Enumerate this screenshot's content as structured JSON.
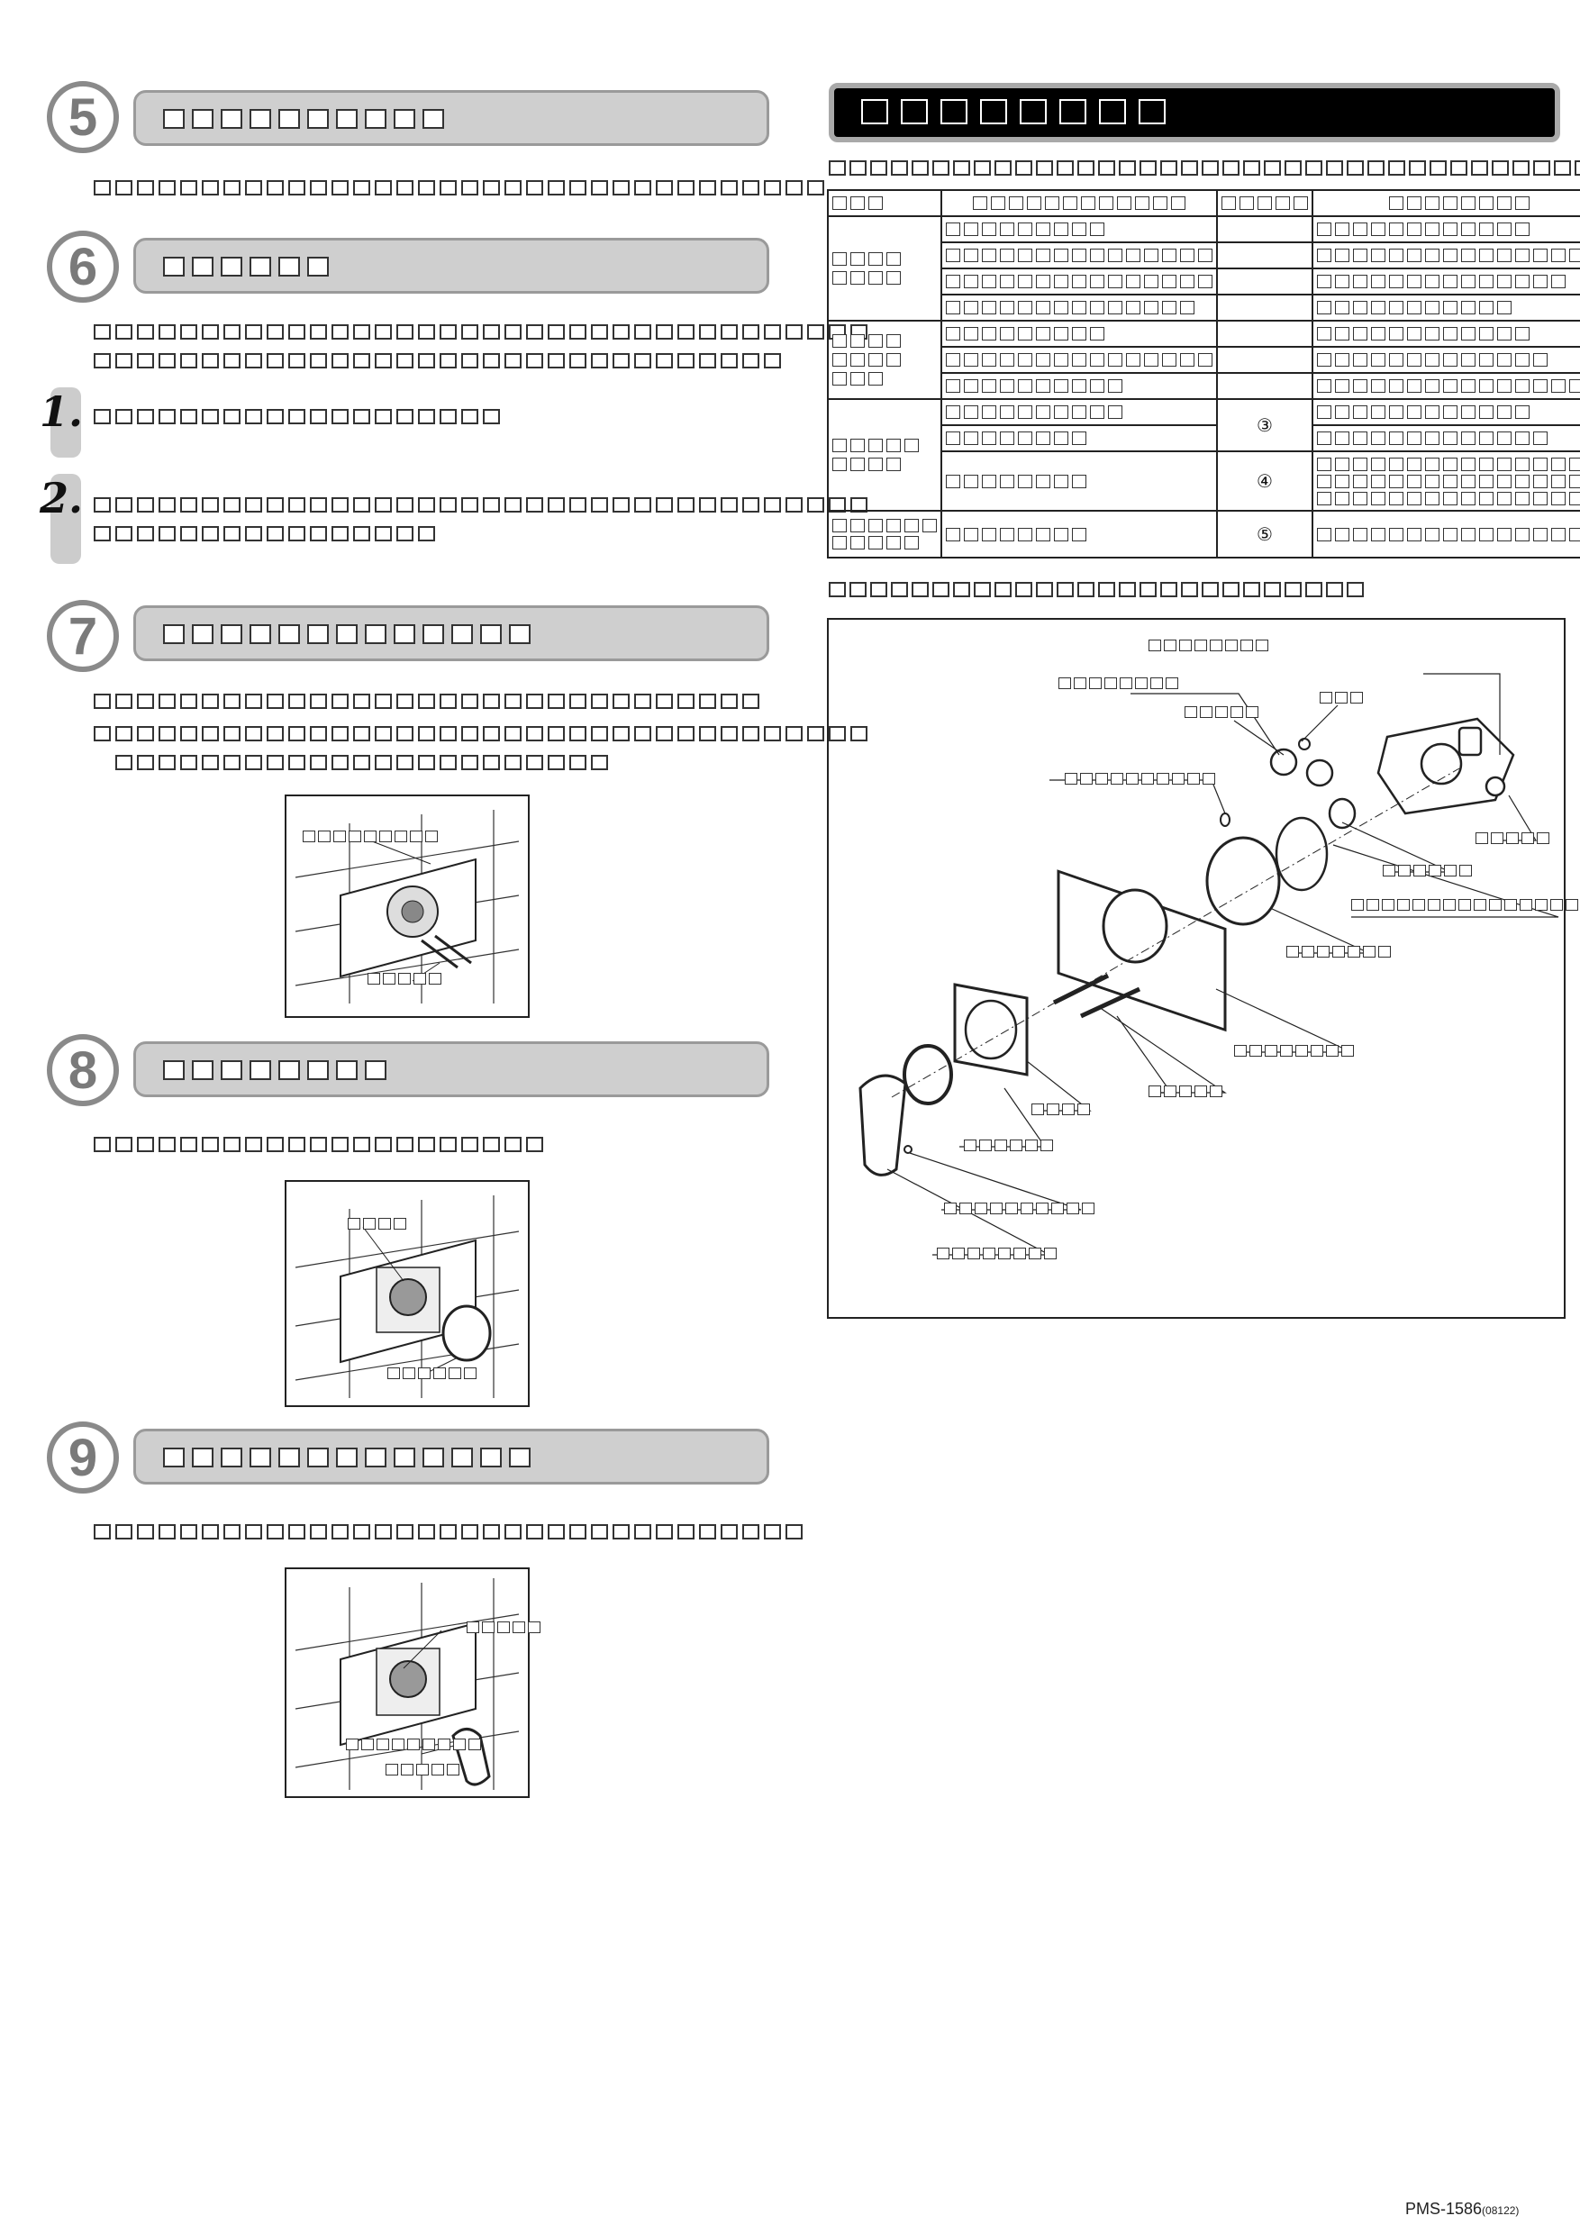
{
  "steps": [
    {
      "number": "5"
    },
    {
      "number": "6"
    },
    {
      "number": "7"
    },
    {
      "number": "8"
    },
    {
      "number": "9"
    }
  ],
  "substeps": [
    {
      "number": "1."
    },
    {
      "number": "2."
    }
  ],
  "table": {
    "circled_numbers": [
      "③",
      "④",
      "⑤"
    ]
  },
  "footer": {
    "code": "PMS-1586",
    "suffix": "(08122)"
  }
}
